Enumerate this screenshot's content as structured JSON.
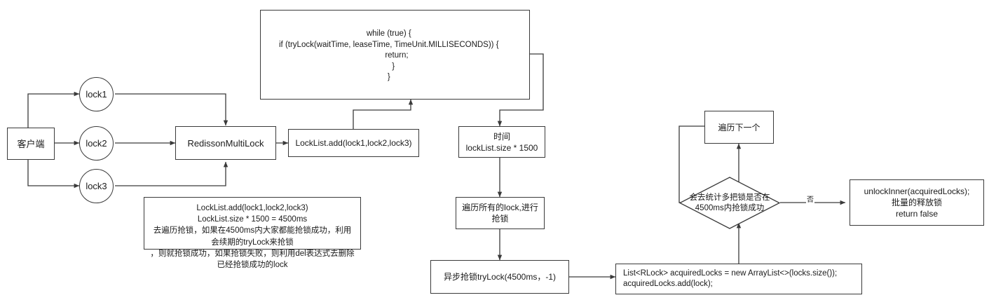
{
  "diagram": {
    "title": "RedissonMultiLock tryLock flow",
    "stroke_color": "#3a3a3a",
    "text_color": "#1a1a1a",
    "background": "#ffffff",
    "nodes": {
      "client": "客户端",
      "lock1": "lock1",
      "lock2": "lock2",
      "lock3": "lock3",
      "multilock": "RedissonMultiLock",
      "locklist_add": "LockList.add(lock1,lock2,lock3)",
      "code_block": "while (true) {\nif (tryLock(waitTime, leaseTime, TimeUnit.MILLISECONDS)) {\n       return;\n    }\n}",
      "note_block": "LockList.add(lock1,lock2,lock3)\nLockList.size * 1500 = 4500ms\n去遍历抢锁，如果在4500ms内大家都能抢锁成功，利用会续期的tryLock来抢锁\n，则就抢锁成功，如果抢锁失败，则利用del表达式去删除已经抢锁成功的lock",
      "time_box": "时间\nlockList.size * 1500",
      "traverse_box": "遍历所有的lock,进行\n抢锁",
      "async_box": "异步抢锁tryLock(4500ms，-1)",
      "acquired_box": "List<RLock> acquiredLocks = new ArrayList<>(locks.size());\n  acquiredLocks.add(lock);",
      "next_box": "遍历下一个",
      "decision": "会去统计多把锁是否在\n4500ms内抢锁成功",
      "unlock_box": "unlockInner(acquiredLocks);\n批量的释放锁\nreturn false"
    },
    "edge_labels": {
      "decision_no": "否"
    }
  }
}
